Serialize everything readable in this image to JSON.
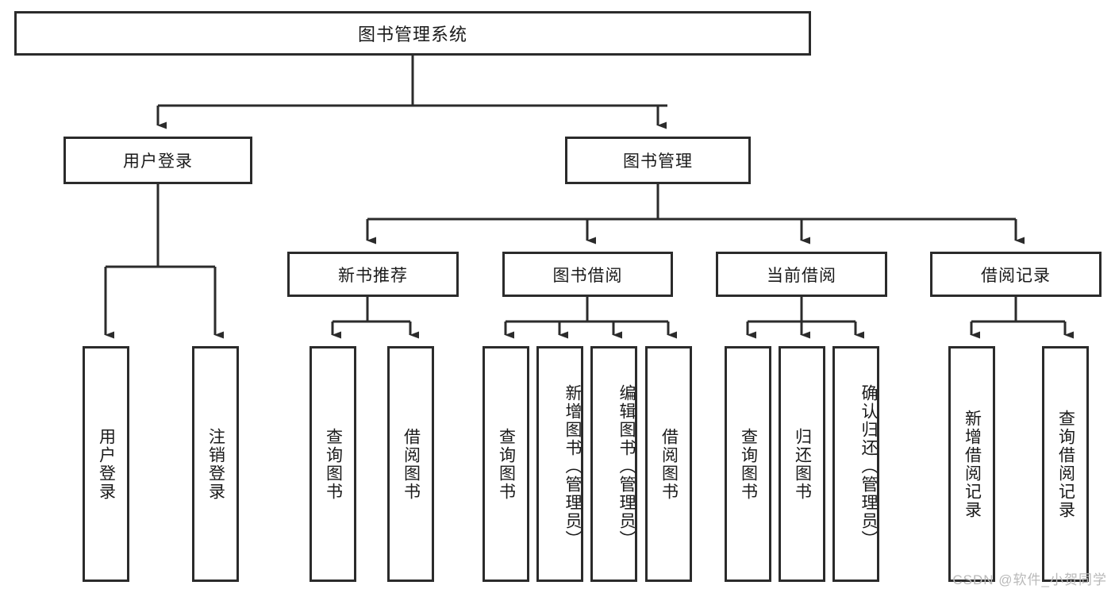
{
  "diagram": {
    "type": "tree",
    "title": "图书管理系统",
    "watermark": "CSDN @软件_小贺同学",
    "colors": {
      "box_border": "#2b2b2b",
      "box_fill": "#ffffff",
      "connector": "#2b2b2b",
      "text": "#1a1a1a",
      "watermark": "#b9b9b9",
      "background": "#ffffff"
    },
    "root": {
      "label": "图书管理系统"
    },
    "level1": [
      {
        "label": "用户登录"
      },
      {
        "label": "图书管理"
      }
    ],
    "level2": [
      {
        "label": "新书推荐"
      },
      {
        "label": "图书借阅"
      },
      {
        "label": "当前借阅"
      },
      {
        "label": "借阅记录"
      }
    ],
    "leaves": {
      "user_login": [
        {
          "label": "用户登录"
        },
        {
          "label": "注销登录"
        }
      ],
      "new_book_recommend": [
        {
          "label": "查询图书"
        },
        {
          "label": "借阅图书"
        }
      ],
      "book_borrow": [
        {
          "label": "查询图书"
        },
        {
          "label": "新增图书（管理员）"
        },
        {
          "label": "编辑图书（管理员）"
        },
        {
          "label": "借阅图书"
        }
      ],
      "current_borrow": [
        {
          "label": "查询图书"
        },
        {
          "label": "归还图书"
        },
        {
          "label": "确认归还（管理员）"
        }
      ],
      "borrow_record": [
        {
          "label": "新增借阅记录"
        },
        {
          "label": "查询借阅记录"
        }
      ]
    }
  }
}
